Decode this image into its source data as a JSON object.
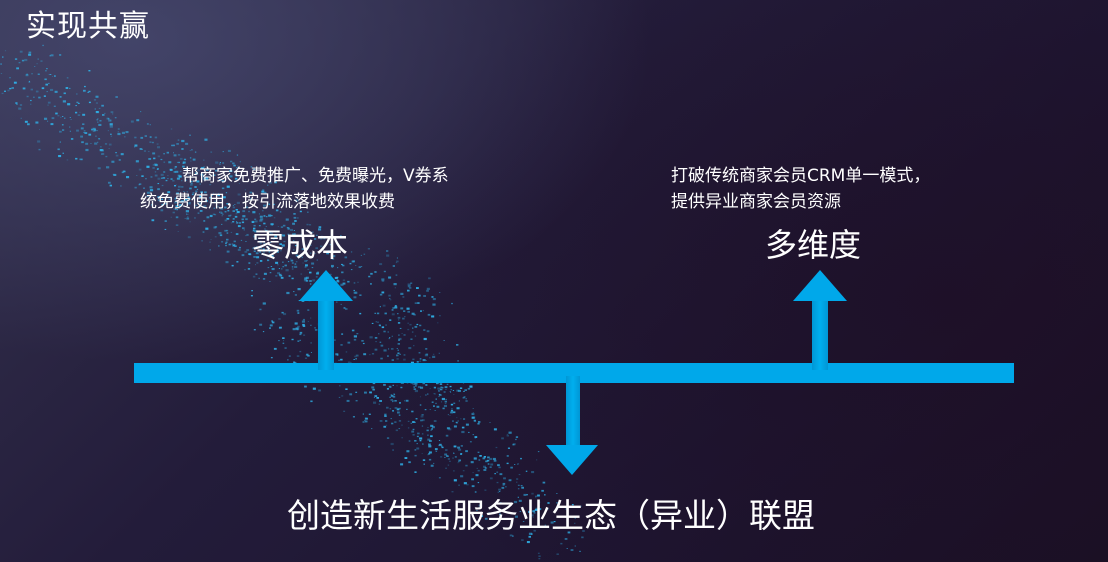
{
  "title": "实现共赢",
  "left": {
    "description_lines": [
      "帮商家免费推广、免费曝光，V券系",
      "统免费使用，按引流落地效果收费"
    ],
    "heading": "零成本"
  },
  "right": {
    "description_lines": [
      "打破传统商家会员CRM单一模式，",
      "提供异业商家会员资源"
    ],
    "heading": "多维度"
  },
  "bottom": {
    "caption": "创造新生活服务业生态（异业）联盟"
  },
  "colors": {
    "arrow": "#00a8ea",
    "text": "#ffffff",
    "particles": "#2fb4ec"
  }
}
